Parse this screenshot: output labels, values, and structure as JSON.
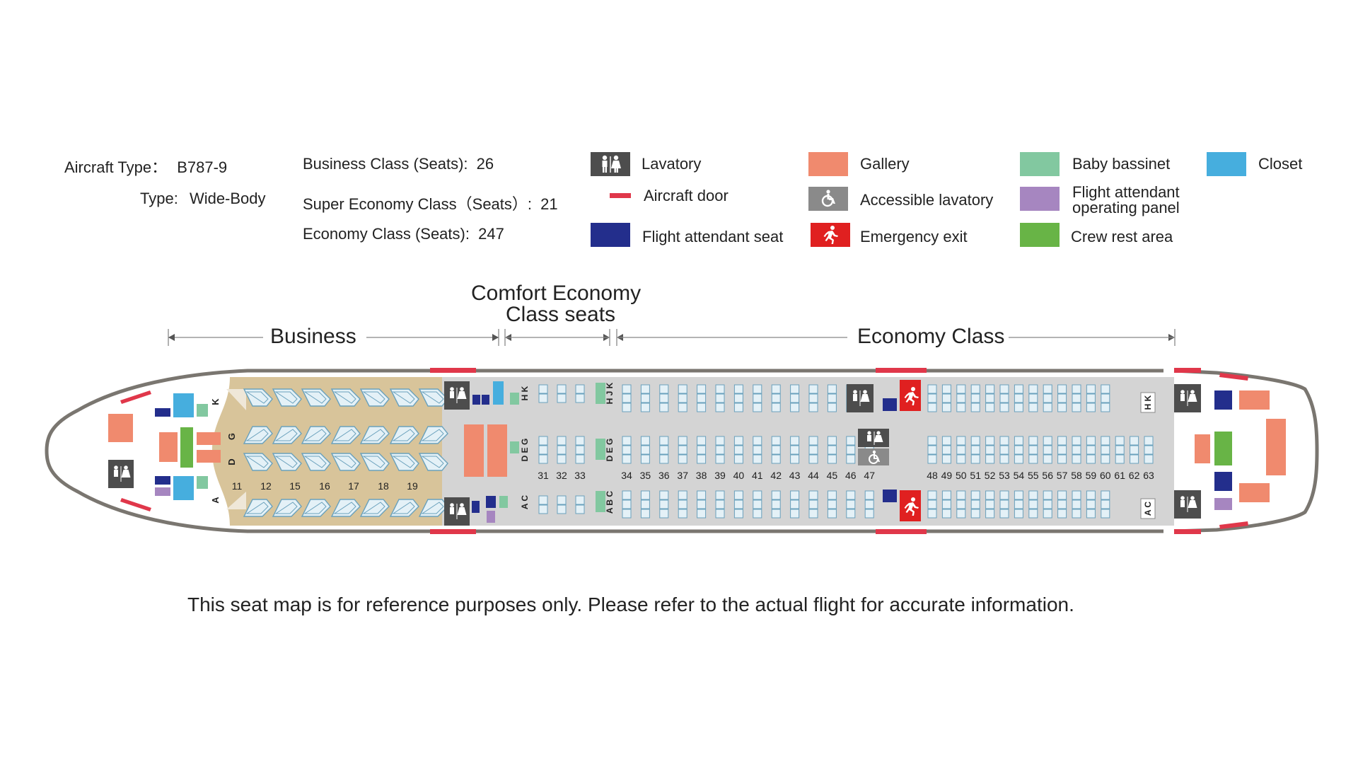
{
  "aircraft": {
    "type_label": "Aircraft Type：",
    "type_value": "B787-9",
    "body_label": "Type:",
    "body_value": "Wide-Body"
  },
  "seat_counts": {
    "business_label": "Business Class (Seats):",
    "business_value": "26",
    "super_economy_label": "Super Economy Class（Seats）:",
    "super_economy_value": "21",
    "economy_label": "Economy Class (Seats):",
    "economy_value": "247"
  },
  "legend": {
    "lavatory": "Lavatory",
    "aircraft_door": "Aircraft door",
    "fa_seat": "Flight attendant seat",
    "gallery": "Gallery",
    "accessible_lavatory": "Accessible lavatory",
    "emergency_exit": "Emergency exit",
    "baby_bassinet": "Baby bassinet",
    "fa_panel_line1": "Flight attendant",
    "fa_panel_line2": "operating panel",
    "crew_rest": "Crew rest area",
    "closet": "Closet"
  },
  "sections": {
    "business": "Business",
    "comfort_line1": "Comfort Economy",
    "comfort_line2": "Class seats",
    "economy": "Economy Class"
  },
  "colors": {
    "fuselage": "#7a7670",
    "business_floor": "#d8c49a",
    "cabin_floor": "#d4d4d4",
    "seat_fill": "#e4f1f7",
    "seat_stroke": "#6aa1bc",
    "door": "#e0374a",
    "lavatory": "#4d4d4d",
    "gallery": "#f08a6e",
    "fa_seat": "#232e8c",
    "baby_bassinet": "#82c8a0",
    "fa_panel": "#a686c0",
    "crew_rest": "#68b446",
    "closet": "#46aede",
    "accessible_lavatory": "#8a8a8a",
    "emergency_exit": "#e02020"
  },
  "business_letters": [
    "K",
    "G",
    "D",
    "A"
  ],
  "business_rows": [
    "11",
    "12",
    "15",
    "16",
    "17",
    "18",
    "19"
  ],
  "comfort_letters_top": "H K",
  "comfort_letters_mid": "D E G",
  "comfort_letters_bot": "A C",
  "comfort_rows": [
    "31",
    "32",
    "33"
  ],
  "economy_letters_top": "H J K",
  "economy_letters_mid": "D E G",
  "economy_letters_bot": "A B C",
  "economy_rows_front": [
    "34",
    "35",
    "36",
    "37",
    "38",
    "39",
    "40",
    "41",
    "42",
    "43",
    "44",
    "45",
    "46",
    "47"
  ],
  "economy_rows_rear": [
    "48",
    "49",
    "50",
    "51",
    "52",
    "53",
    "54",
    "55",
    "56",
    "57",
    "58",
    "59",
    "60",
    "61",
    "62",
    "63"
  ],
  "rear_letters_top": "H K",
  "rear_letters_bot": "A C",
  "disclaimer": "This seat map is for reference purposes only. Please refer to the actual flight for accurate information."
}
